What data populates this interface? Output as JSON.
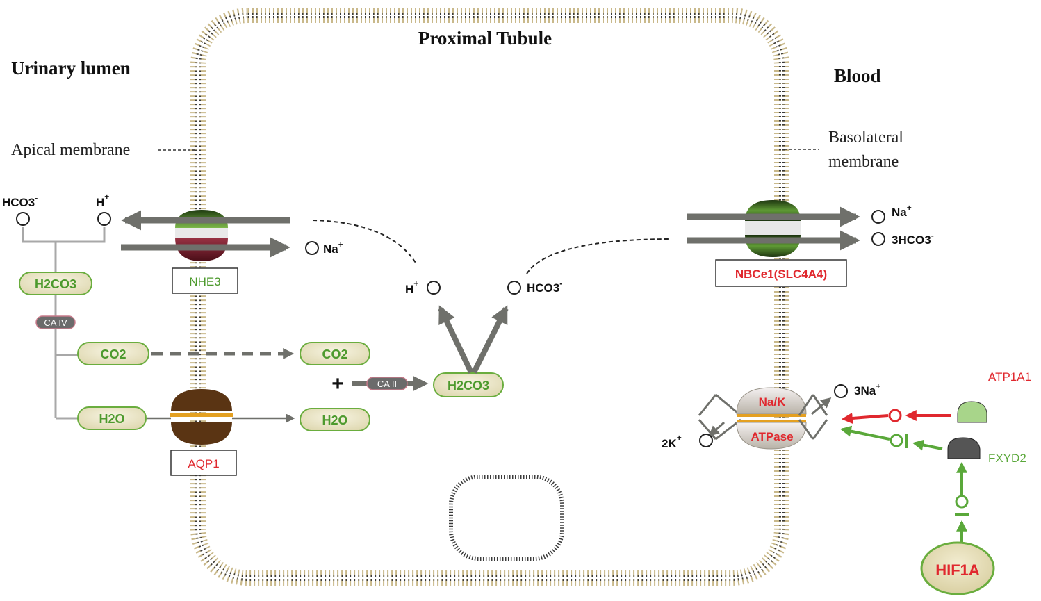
{
  "title": "Proximal Tubule",
  "regions": {
    "lumen": "Urinary lumen",
    "blood": "Blood",
    "apical": "Apical  membrane",
    "basolateral_line1": "Basolateral",
    "basolateral_line2": "membrane"
  },
  "transporters": {
    "nhe3": "NHE3",
    "aqp1": "AQP1",
    "nbce1": "NBCe1(SLC4A4)",
    "nak_top": "Na/K",
    "nak_bottom": "ATPase"
  },
  "ions": {
    "lumen_hco3": "HCO3",
    "lumen_hco3_charge": "-",
    "lumen_h": "H",
    "lumen_h_charge": "+",
    "nhe3_na": "Na",
    "nhe3_na_charge": "+",
    "cell_h": "H",
    "cell_h_charge": "+",
    "cell_hco3": "HCO3",
    "cell_hco3_charge": "-",
    "blood_na": "Na",
    "blood_na_charge": "+",
    "blood_hco3": "3HCO3",
    "blood_hco3_charge": "-",
    "pump_na": "3Na",
    "pump_na_charge": "+",
    "pump_k": "2K",
    "pump_k_charge": "+"
  },
  "molecules": {
    "lumen_h2co3": "H2CO3",
    "lumen_co2": "CO2",
    "lumen_h2o": "H2O",
    "cell_co2": "CO2",
    "cell_h2o": "H2O",
    "cell_h2co3": "H2CO3"
  },
  "enzymes": {
    "ca4": "CA IV",
    "ca2": "CA  II",
    "plus": "+"
  },
  "regulators": {
    "atp1a1": "ATP1A1",
    "fxyd2": "FXYD2",
    "hif1a": "HIF1A"
  },
  "colors": {
    "red": "#e0282e",
    "green": "#5aa83a",
    "arrow_gray": "#6f706b",
    "pill_fill": "#e9e4c4",
    "pill_border": "#6aad3e",
    "nhe3_top": "#3e6a1e",
    "nhe3_bottom": "#7a1f2e",
    "aqp1": "#5a3413",
    "membrane_head": "#c9b98b"
  }
}
